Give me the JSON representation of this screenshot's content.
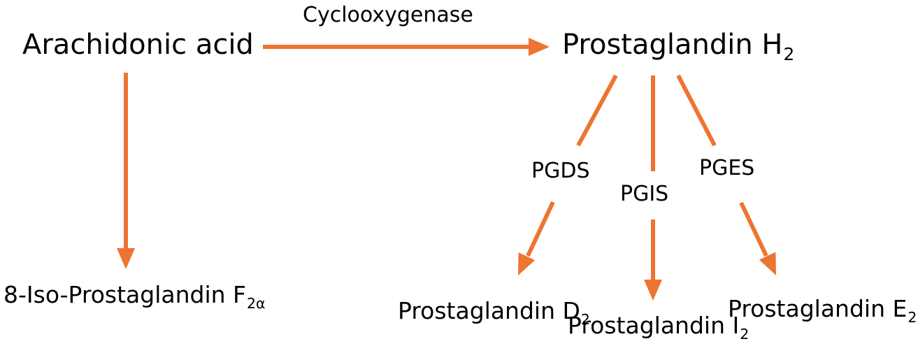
{
  "nodes": {
    "arachidonic_acid": "Arachidonic acid",
    "prostaglandin_h2": {
      "base": "Prostaglandin H",
      "sub": "2"
    },
    "iso_prostaglandin_f2a": {
      "base": "8-Iso-Prostaglandin F",
      "sub": "2α"
    },
    "prostaglandin_d2": {
      "base": "Prostaglandin D",
      "sub": "2"
    },
    "prostaglandin_i2": {
      "base": "Prostaglandin I",
      "sub": "2"
    },
    "prostaglandin_e2": {
      "base": "Prostaglandin E",
      "sub": "2"
    }
  },
  "enzymes": {
    "cyclooxygenase": "Cyclooxygenase",
    "pgds": "PGDS",
    "pgis": "PGIS",
    "pges": "PGES"
  },
  "colors": {
    "arrow": "#ED7431",
    "text": "#000000",
    "background": "#FFFFFF"
  }
}
